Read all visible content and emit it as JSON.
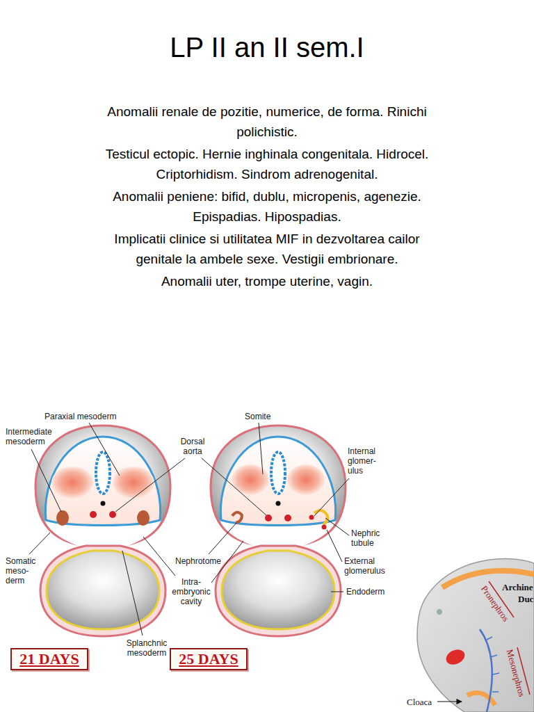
{
  "diagram": {
    "title": "LP II an II sem.I",
    "nodes": [
      {
        "text": [
          "21 DAYS"
        ]
      },
      {
        "text": [
          "25 DAYS"
        ]
      }
    ],
    "labels": [
      "Anomalii renale de pozitie, numerice, de forma. Rinichi polichistic.",
      "Testicul ectopic. Hernie inghinala congenitala. Hidrocel. Criptorhidism. Sindrom adrenogenital.",
      "Anomalii peniene: bifid, dublu, micropenis, agenezie. Epispadias. Hipospadias.",
      "Implicatii clinice si utilitatea MIF in dezvoltarea cailor genitale la ambele sexe. Vestigii embrionare.",
      "Anomalii uter, trompe uterine, vagin.",
      "Paraxial mesoderm",
      "Intermediate mesoderm",
      "Somatic meso- derm",
      "Splanchnic mesoderm",
      "Somite",
      "Dorsal aorta",
      "Internal glomer- ulus",
      "Nephric tubule",
      "Nephrotome",
      "External glomerulus",
      "Intra- embryonic cavity",
      "Endoderm",
      "Archine",
      "Duc",
      "Pronephros",
      "Mesonephros",
      "Cloaca"
    ]
  }
}
